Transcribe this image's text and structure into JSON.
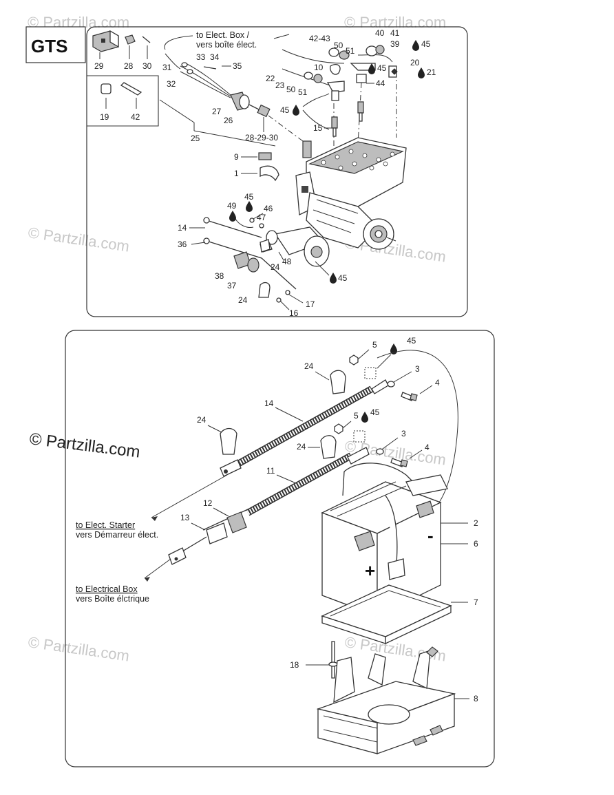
{
  "model_tag": "GTS",
  "watermark": "© Partzilla.com",
  "notes": {
    "to_elect_box_en": "to Elect. Box /",
    "to_elect_box_fr": "vers boîte élect.",
    "to_starter_en": "to Elect. Starter",
    "to_starter_fr": "vers Démarreur élect.",
    "to_electrical_box_en": "to Electrical Box",
    "to_electrical_box_fr": "vers Boîte élctrique"
  },
  "battery_signs": {
    "plus": "+",
    "minus": "-"
  },
  "top_labels": {
    "l29": "29",
    "l28": "28",
    "l30": "30",
    "l19": "19",
    "l42a": "42",
    "l33": "33",
    "l34": "34",
    "l31": "31",
    "l35": "35",
    "l32": "32",
    "l27": "27",
    "l26": "26",
    "l25": "25",
    "l28_29_30": "28-29-30",
    "l9": "9",
    "l1": "1",
    "l4243": "42-43",
    "l50a": "50",
    "l51a": "51",
    "l40": "40",
    "l41": "41",
    "l39": "39",
    "l45a": "45",
    "l20": "20",
    "l21": "21",
    "l22": "22",
    "l23": "23",
    "l10": "10",
    "l45b": "45",
    "l50b": "50",
    "l51b": "51",
    "l44": "44",
    "l45c": "45",
    "l15": "15",
    "l45d": "45",
    "l49": "49",
    "l46": "46",
    "l47": "47",
    "l14": "14",
    "l36": "36",
    "l24a": "24",
    "l48": "48",
    "l38": "38",
    "l37": "37",
    "l45e": "45",
    "l24b": "24",
    "l17": "17",
    "l16": "16"
  },
  "bottom_labels": {
    "l5a": "5",
    "l45f": "45",
    "l24c": "24",
    "l3a": "3",
    "l4a": "4",
    "l14b": "14",
    "l24d": "24",
    "l5b": "5",
    "l45g": "45",
    "l3b": "3",
    "l24e": "24",
    "l4b": "4",
    "l11": "11",
    "l12": "12",
    "l13": "13",
    "l2": "2",
    "l6": "6",
    "l7": "7",
    "l18": "18",
    "l8": "8"
  }
}
